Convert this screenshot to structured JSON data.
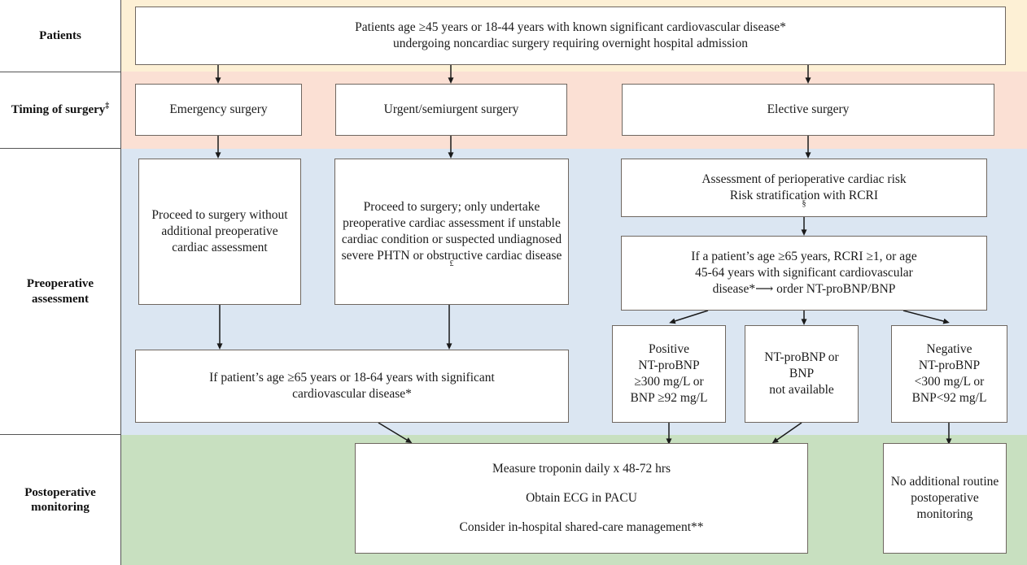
{
  "rows": [
    {
      "id": "patients",
      "label": "Patients",
      "band_color": "#fdf0d5"
    },
    {
      "id": "timing",
      "label": "Timing of surgery",
      "sup": "‡",
      "band_color": "#fbe0d4"
    },
    {
      "id": "preop",
      "label": "Preoperative assessment",
      "band_color": "#dbe6f2"
    },
    {
      "id": "postop",
      "label": "Postoperative monitoring",
      "band_color": "#c8e0c0"
    }
  ],
  "boxes": {
    "patients": {
      "line1": "Patients age ≥45 years or 18-44 years with known significant cardiovascular disease*",
      "line2": "undergoing noncardiac surgery requiring overnight hospital admission"
    },
    "emergency": {
      "text": "Emergency surgery"
    },
    "urgent": {
      "text": "Urgent/semiurgent surgery"
    },
    "elective": {
      "text": "Elective surgery"
    },
    "proceed_no_assessment": {
      "text": "Proceed to surgery without additional preoperative cardiac assessment"
    },
    "proceed_only_if": {
      "text": "Proceed to surgery; only undertake preoperative cardiac assessment if unstable cardiac condition or suspected undiagnosed severe PHTN or obstructive cardiac disease",
      "sup": "£"
    },
    "risk_assessment": {
      "line1": "Assessment of perioperative cardiac risk",
      "line2": "Risk stratification with RCRI",
      "line2_sup": "§"
    },
    "order_bnp": {
      "line1": "If a patient’s age ≥65 years, RCRI ≥1, or age",
      "line2": "45-64 years with significant cardiovascular",
      "line3": "disease*⟶ order NT-proBNP/BNP"
    },
    "positive_bnp": {
      "line1": "Positive",
      "line2": "NT-proBNP",
      "line3": "≥300 mg/L or",
      "line4": "BNP ≥92 mg/L"
    },
    "not_available": {
      "line1": "NT-proBNP or",
      "line2": "BNP",
      "line3": "not available"
    },
    "negative_bnp": {
      "line1": "Negative",
      "line2": "NT-proBNP",
      "line3": "<300 mg/L or",
      "line4": "BNP<92 mg/L"
    },
    "if_patient_age": {
      "line1": "If patient’s age ≥65 years or 18-64 years with significant",
      "line2": "cardiovascular disease*"
    },
    "postop_monitoring": {
      "line1": "Measure troponin daily x 48-72 hrs",
      "line2": "Obtain ECG in PACU",
      "line3": "Consider in-hospital shared-care management**"
    },
    "no_additional": {
      "text": "No additional routine postoperative monitoring"
    }
  },
  "colors": {
    "band_patients": "#fdf0d5",
    "band_timing": "#fbe0d4",
    "band_preop": "#dbe6f2",
    "band_postop": "#c8e0c0",
    "box_border": "#6f6760",
    "arrow": "#222222"
  }
}
